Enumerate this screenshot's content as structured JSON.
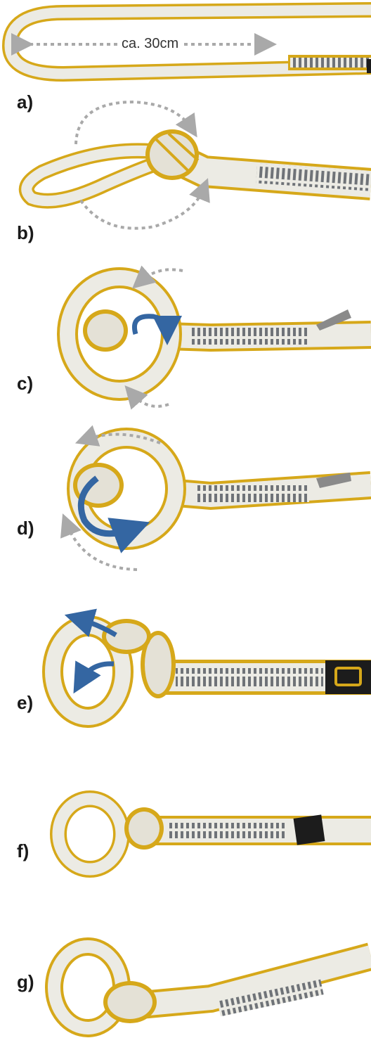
{
  "measurement": {
    "label": "ca. 30cm"
  },
  "steps": [
    {
      "label": "a)"
    },
    {
      "label": "b)"
    },
    {
      "label": "c)"
    },
    {
      "label": "d)"
    },
    {
      "label": "e)"
    },
    {
      "label": "f)"
    },
    {
      "label": "g)"
    }
  ],
  "colors": {
    "webbing": "#ecebe4",
    "edge": "#d6a81a",
    "stripe": "#6f7378",
    "arrow_grey": "#a9a9a9",
    "arrow_blue": "#3466a2",
    "tag": "#1c1c1c"
  }
}
